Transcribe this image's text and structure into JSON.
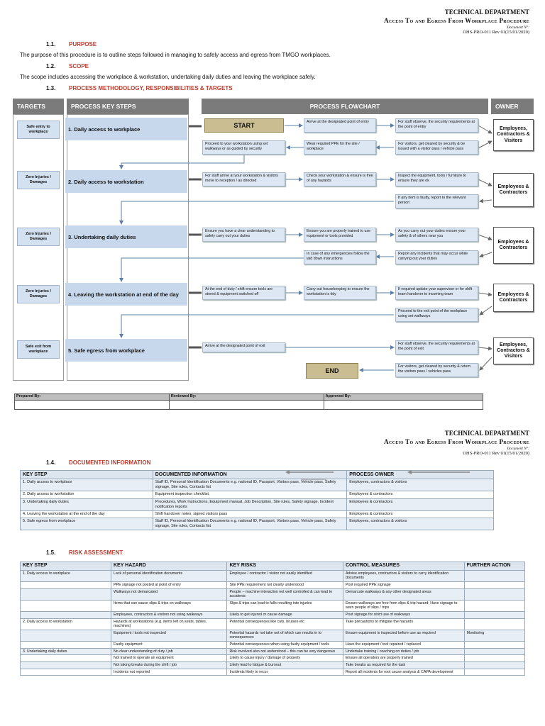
{
  "header": {
    "department": "TECHNICAL DEPARTMENT",
    "title": "Access To and Egress From Workplace Procedure",
    "doc_label": "Document N°:",
    "doc_ref": "OHS-PRO-011 Rev 01(15/01/2020)"
  },
  "sections": {
    "purpose": {
      "num": "1.1.",
      "title": "PURPOSE",
      "text": "The purpose of this procedure is to outline steps followed in managing to safely access and egress from TMGO workplaces."
    },
    "scope": {
      "num": "1.2.",
      "title": "SCOPE",
      "text": "The scope includes accessing the workplace & workstation, undertaking daily duties and leaving the workplace safely."
    },
    "process": {
      "num": "1.3.",
      "title": "PROCESS METHODOLOGY, RESPONSIBILITIES & TARGETS"
    },
    "documented": {
      "num": "1.4.",
      "title": "DOCUMENTED INFORMATION"
    },
    "risk": {
      "num": "1.5.",
      "title": "RISK ASSESSMENT"
    }
  },
  "flow": {
    "headers": {
      "targets": "TARGETS",
      "steps": "PROCESS KEY STEPS",
      "flowchart": "PROCESS FLOWCHART",
      "owner": "OWNER"
    },
    "start": "START",
    "end": "END",
    "rows": [
      {
        "target": "Safe entry to workplace",
        "step": "1. Daily access to workplace",
        "owner": "Employees, Contractors & Visitors"
      },
      {
        "target": "Zero Injuries / Damages",
        "step": "2. Daily access to workstation",
        "owner": "Employees & Contractors"
      },
      {
        "target": "Zero Injuries / Damages",
        "step": "3. Undertaking daily duties",
        "owner": "Employees & Contractors"
      },
      {
        "target": "Zero Injuries / Damages",
        "step": "4. Leaving the workstation at end of the day",
        "owner": "Employees & Contractors"
      },
      {
        "target": "Safe exit from workplace",
        "step": "5. Safe egress from workplace",
        "owner": "Employees, Contractors & Visitors"
      }
    ],
    "boxes": {
      "b1a": "Arrive at the designated point of entry",
      "b1b": "For staff observe, the security requirements at the point of entry",
      "b1c": "Proceed to your workstation using set walkways or as guided by security",
      "b1d": "Wear required PPE for the site / workplace",
      "b1e": "For visitors, get cleared by security & be issued with a visitor pass / vehicle pass",
      "b2a": "For staff arrive at your workstation & visitors move to reception / as directed",
      "b2b": "Check your workstation & ensure is free of any hazards",
      "b2c": "Inspect the equipment, tools / furniture to ensure they are ok",
      "b2d": "If any item is faulty, report to the relevant person",
      "b3a": "Ensure you have a clear understanding to safely carry out your duties",
      "b3b": "Ensure you are properly trained to use equipment or tools provided",
      "b3c": "As you carry out your duties ensure your safety & of others near you",
      "b3d": "In case of any emergencies follow the laid down instructions",
      "b3e": "Report any incidents that may occur while carrying out your duties",
      "b4a": "At the end of duty / shift ensure tools are stored & equipment switched off",
      "b4b": "Carry out housekeeping to ensure the workstation is tidy",
      "b4c": "If required update your supervisor or for shift team handover to incoming team",
      "b4d": "Proceed to the exit point of the workplace using set walkways",
      "b5a": "Arrive at the designated point of exit",
      "b5b": "For staff observe, the security requirements at the point of exit",
      "b5c": "For visitors, get cleared by security & return the visitors pass / vehicles pass"
    }
  },
  "signatures": {
    "prepared": "Prepared By:",
    "reviewed": "Reviewed By:",
    "approved": "Approved By:"
  },
  "doc_table": {
    "headers": [
      "KEY STEP",
      "DOCUMENTED INFORMATION",
      "PROCESS OWNER"
    ],
    "rows": [
      [
        "1. Daily access to workplace",
        "Staff ID, Personal Identification Documents e.g. national ID, Passport, Visitors pass, Vehicle pass, Safety signage, Site rules, Contacts list",
        "Employees, contractors & visitors"
      ],
      [
        "2. Daily access to workstation",
        "Equipment inspection checklist,",
        "Employees & contractors"
      ],
      [
        "3. Undertaking daily duties",
        "Procedures, Work Instructions, Equipment manual, Job Description, Site rules, Safety signage, Incident notification reports",
        "Employees & contractors"
      ],
      [
        "4. Leaving the workstation at the end of the day",
        "Shift handover notes, signed visitors pass",
        "Employees & contractors"
      ],
      [
        "5. Safe egress from workplace",
        "Staff ID, Personal Identification Documents e.g. national ID, Passport, Visitors pass, Vehicle pass, Safety signage, Site rules, Contacts list",
        "Employees, contractors & visitors"
      ]
    ]
  },
  "risk_table": {
    "headers": [
      "KEY STEP",
      "KEY HAZARD",
      "KEY RISKS",
      "CONTROL MEASURES",
      "FURTHER ACTION"
    ],
    "rows": [
      [
        "1. Daily access to workplace",
        "Lack of personal identification documents",
        "Employee / contractor / visitor not easily identified",
        "Advise employees, contractors & visitors to carry identification documents",
        ""
      ],
      [
        "",
        "PPE signage not posted at point of entry",
        "Site PPE requirement not clearly understood",
        "Post required PPE signage",
        ""
      ],
      [
        "",
        "Walkways not demarcated",
        "People – machine interaction not well controlled & can lead to accidents",
        "Demarcate walkways & any other designated areas",
        ""
      ],
      [
        "",
        "Items that can cause slips & trips on walkways",
        "Slips & trips can lead to falls resulting into injuries",
        "Ensure walkways are free from slips & trip hazard; Have signage to warn people of slips / trips",
        ""
      ],
      [
        "",
        "Employees, contractors & visitors not using walkways",
        "Likely to get injured or cause damage",
        "Post signage for strict use of walkways",
        ""
      ],
      [
        "2. Daily access to workstation",
        "Hazards at workstations (e.g. items left on seats, tables, machines)",
        "Potential consequences like cuts, bruises etc",
        "Take precautions to mitigate the hazards",
        ""
      ],
      [
        "",
        "Equipment / tools not inspected",
        "Potential hazards not take not of which can results in to consequences",
        "Ensure equipment is inspected before use as required",
        "Monitoring"
      ],
      [
        "",
        "Faulty equipment",
        "Potential consequences when using faulty equipment / tools",
        "Have the equipment / tool repaired / replaced",
        ""
      ],
      [
        "3. Undertaking daily duties",
        "No clear understanding of duty / job",
        "Risk involved also not understood – this can be very dangerous",
        "Undertake training / coaching on duties / job",
        ""
      ],
      [
        "",
        "Not trained to operate an equipment",
        "Likely to cause injury / damage of property",
        "Ensure all operators are properly trained",
        ""
      ],
      [
        "",
        "Not taking breaks during the shift / job",
        "Likely lead to fatigue & burnout",
        "Take breaks as required for the task",
        ""
      ],
      [
        "",
        "Incidents not reported",
        "Incidents likely to recur",
        "Report all incidents for root cause analysis & CAPA development",
        ""
      ]
    ]
  }
}
